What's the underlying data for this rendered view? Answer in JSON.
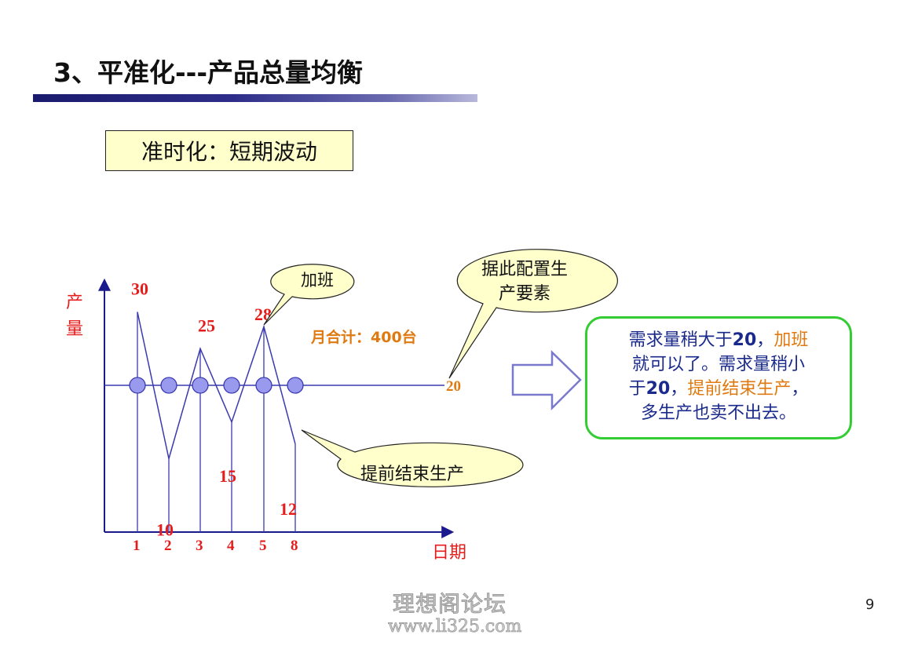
{
  "title": "3、平准化---产品总量均衡",
  "subtitle": "准时化：短期波动",
  "colors": {
    "accent_red": "#e41c1c",
    "accent_orange": "#e07a10",
    "text_blue": "#1a2a8c",
    "callout_green": "#33cc33",
    "bubble_fill": "#ffffcc",
    "marker_fill": "#9999ee"
  },
  "chart_data": {
    "type": "line",
    "ylabel": "产量",
    "xlabel": "日期",
    "x": [
      "1",
      "2",
      "3",
      "4",
      "5",
      "8"
    ],
    "values": [
      30,
      10,
      25,
      15,
      28,
      12
    ],
    "value_labels": [
      "30",
      "10",
      "25",
      "15",
      "28",
      "12"
    ],
    "average_line": 20,
    "average_label": "20",
    "ylim": [
      0,
      40
    ],
    "annotation_total": "月合计：400台"
  },
  "bubbles": {
    "overtime": "加班",
    "allocate_line1": "据此配置生",
    "allocate_line2": "产要素",
    "early_finish": "提前结束生产"
  },
  "arrow_icon": "right-arrow",
  "callout": {
    "part1": "需求量稍大于",
    "part1_num": "20",
    "part1_sep": "，",
    "part1_orange": "加班",
    "part2": "就可以了。需求量稍小",
    "part3": "于",
    "part3_num": "20",
    "part3_sep": "，",
    "part3_orange": "提前结束生产",
    "part3_end": "，",
    "part4": "多生产也卖不出去。"
  },
  "watermark": {
    "line1": "理想阁论坛",
    "line2": "www.li325.com"
  },
  "page_number": "9"
}
